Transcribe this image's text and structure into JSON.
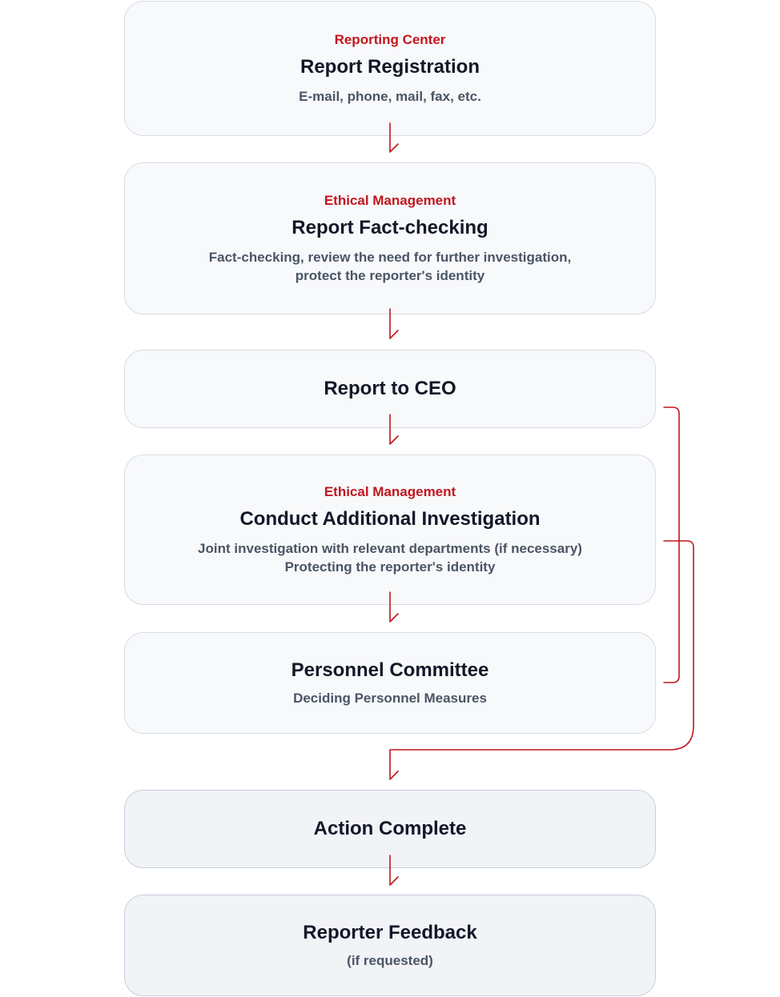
{
  "accent_color": "#c0171d",
  "steps": {
    "report_registration": {
      "tag": "Reporting Center",
      "title": "Report Registration",
      "desc": [
        "E-mail, phone, mail, fax, etc."
      ]
    },
    "fact_checking": {
      "tag": "Ethical Management",
      "title": "Report Fact-checking",
      "desc": [
        "Fact-checking, review the need for further investigation,",
        "protect the reporter's identity"
      ]
    },
    "report_to_ceo": {
      "title": "Report to CEO"
    },
    "additional_investigation": {
      "tag": "Ethical Management",
      "title": "Conduct Additional Investigation",
      "desc": [
        "Joint investigation with relevant departments (if necessary)",
        "Protecting the reporter's identity"
      ]
    },
    "personnel_committee": {
      "title": "Personnel Committee",
      "desc": [
        "Deciding Personnel Measures"
      ]
    },
    "action_complete": {
      "title": "Action Complete"
    },
    "reporter_feedback": {
      "title": "Reporter Feedback",
      "desc": [
        "(if requested)"
      ]
    }
  }
}
